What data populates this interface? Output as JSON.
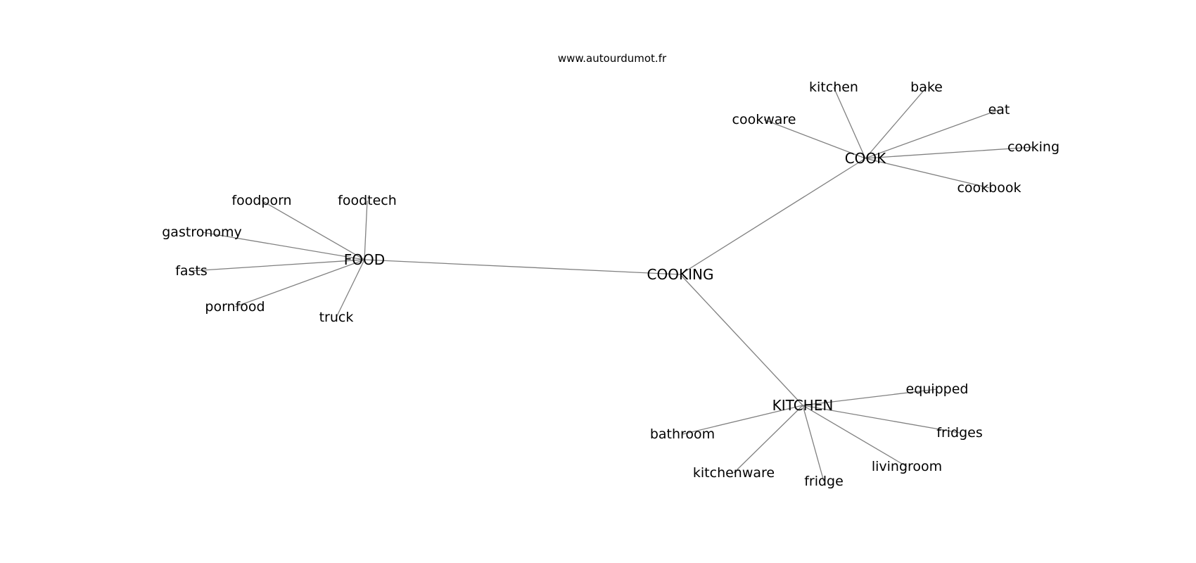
{
  "source": "www.autourdumot.fr",
  "graph": {
    "root": "COOKING",
    "hubs": [
      {
        "id": "food",
        "label": "FOOD",
        "words": [
          "foodporn",
          "foodtech",
          "gastronomy",
          "fasts",
          "pornfood",
          "truck"
        ]
      },
      {
        "id": "cook",
        "label": "COOK",
        "words": [
          "kitchen",
          "bake",
          "cookware",
          "eat",
          "cooking",
          "cookbook"
        ]
      },
      {
        "id": "kitchen",
        "label": "KITCHEN",
        "words": [
          "equipped",
          "bathroom",
          "fridges",
          "livingroom",
          "kitchenware",
          "fridge"
        ]
      }
    ]
  }
}
